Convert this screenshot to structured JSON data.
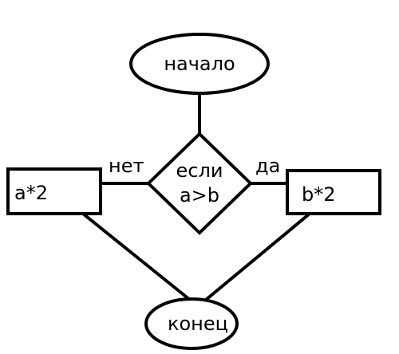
{
  "flowchart": {
    "start": {
      "text": "начало"
    },
    "decision": {
      "line1": "если",
      "line2": "a>b"
    },
    "no_branch": {
      "label": "нет",
      "process": "a*2"
    },
    "yes_branch": {
      "label": "да",
      "process": "b*2"
    },
    "end": {
      "text": "конец"
    }
  },
  "colors": {
    "stroke": "#000000",
    "fill": "#ffffff"
  }
}
